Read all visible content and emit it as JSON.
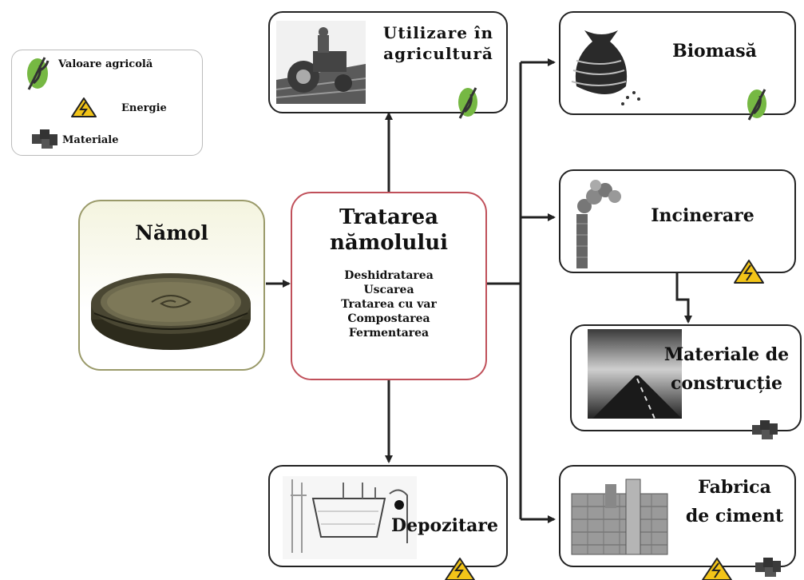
{
  "legend": {
    "agri_label": "Valoare agricolă",
    "energy_label": "Energie",
    "materials_label": "Materiale"
  },
  "nodes": {
    "namol": {
      "title": "Nămol"
    },
    "treatment": {
      "title_line1": "Tratarea",
      "title_line2": "nămolului",
      "steps": [
        "Deshidratarea",
        "Uscarea",
        "Tratarea cu var",
        "Compostarea",
        "Fermentarea"
      ]
    },
    "agri": {
      "line1": "Utilizare în",
      "line2": "agricultură"
    },
    "biomass": {
      "title": "Biomasă"
    },
    "incin": {
      "title": "Incinerare"
    },
    "build": {
      "line1": "Materiale de",
      "line2": "construcție"
    },
    "storage": {
      "title": "Depozitare"
    },
    "cement": {
      "line1": "Fabrica",
      "line2": "de ciment"
    }
  },
  "colors": {
    "stroke": "#222222",
    "namol_border": "#9a9a6a",
    "namol_fill_top": "#f4f4df",
    "treatment_border": "#c0505a",
    "agri_green": "#76b843",
    "warning_yellow": "#f2c418"
  }
}
